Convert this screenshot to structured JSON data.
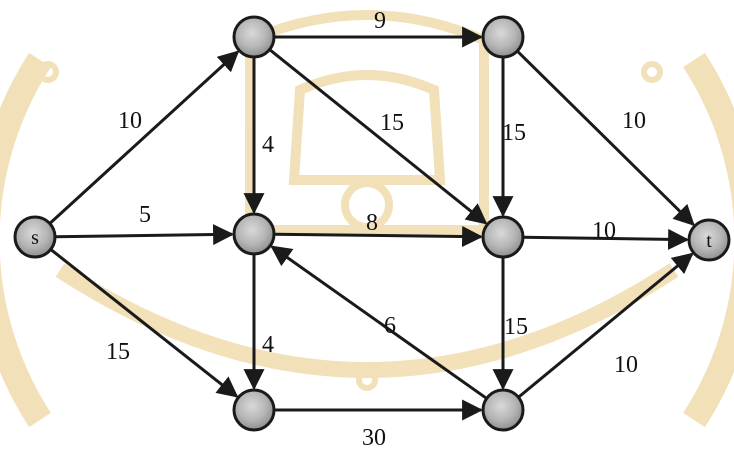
{
  "graph": {
    "nodes": [
      {
        "id": "s",
        "label": "s"
      },
      {
        "id": "a",
        "label": ""
      },
      {
        "id": "b",
        "label": ""
      },
      {
        "id": "c",
        "label": ""
      },
      {
        "id": "d",
        "label": ""
      },
      {
        "id": "e",
        "label": ""
      },
      {
        "id": "f",
        "label": ""
      },
      {
        "id": "t",
        "label": "t"
      }
    ],
    "edges": [
      {
        "from": "s",
        "to": "a",
        "weight": "10"
      },
      {
        "from": "s",
        "to": "c",
        "weight": "5"
      },
      {
        "from": "s",
        "to": "e",
        "weight": "15"
      },
      {
        "from": "a",
        "to": "b",
        "weight": "9"
      },
      {
        "from": "a",
        "to": "c",
        "weight": "4"
      },
      {
        "from": "a",
        "to": "d",
        "weight": "15"
      },
      {
        "from": "b",
        "to": "d",
        "weight": "15"
      },
      {
        "from": "b",
        "to": "t",
        "weight": "10"
      },
      {
        "from": "c",
        "to": "d",
        "weight": "8"
      },
      {
        "from": "c",
        "to": "e",
        "weight": "4"
      },
      {
        "from": "d",
        "to": "t",
        "weight": "10"
      },
      {
        "from": "d",
        "to": "f",
        "weight": "15"
      },
      {
        "from": "e",
        "to": "f",
        "weight": "30"
      },
      {
        "from": "f",
        "to": "c",
        "weight": "6"
      },
      {
        "from": "f",
        "to": "t",
        "weight": "10"
      }
    ]
  },
  "colors": {
    "edge": "#1a1a1a",
    "node_fill": "#b8b8b8",
    "node_stroke": "#1a1a1a",
    "watermark": "#efd9a8"
  }
}
